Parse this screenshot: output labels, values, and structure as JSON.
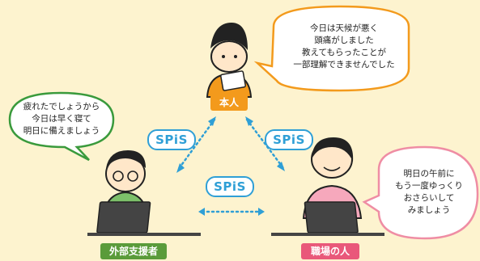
{
  "labels": {
    "self": "本人",
    "support": "外部支援者",
    "workplace": "職場の人"
  },
  "bubbles": {
    "self": "今日は天候が悪く\n頭痛がしました\n教えてもらったことが\n一部理解できませんでした",
    "support": "疲れたでしょうから\n今日は早く寝て\n明日に備えましょう",
    "workplace": "明日の午前に\nもう一度ゆっくり\nおさらいして\nみましょう"
  },
  "badges": {
    "left": "SPiS",
    "right": "SPiS",
    "bottom": "SPiS"
  },
  "colors": {
    "background": "#fdf3cf",
    "self_label": "#f39a1c",
    "support_label": "#5a9b3a",
    "workplace_label": "#e9587a",
    "spis_blue": "#2f9fd6",
    "bubble_self_border": "#f39a1c",
    "bubble_support_border": "#3a9a3c",
    "bubble_workplace_border": "#ef8da4"
  }
}
